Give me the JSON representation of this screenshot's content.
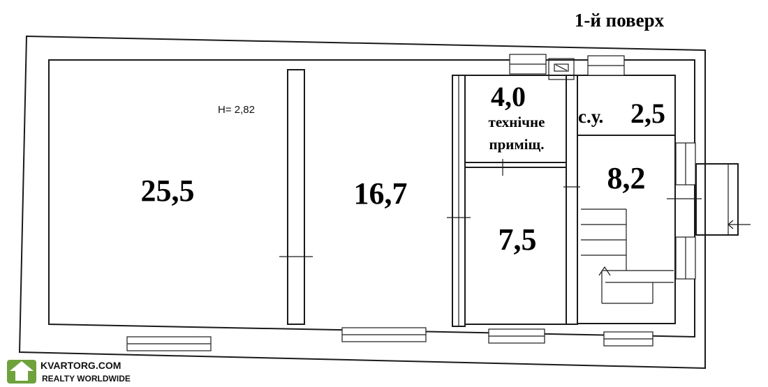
{
  "floor_title": "1-й поверх",
  "ceiling_height": "H= 2,82",
  "rooms": [
    {
      "id": "room-1",
      "area": "25,5"
    },
    {
      "id": "room-2",
      "area": "16,7"
    },
    {
      "id": "room-3",
      "area": "4,0",
      "label_line1": "технічне",
      "label_line2": "приміщ."
    },
    {
      "id": "room-4",
      "area": "7,5"
    },
    {
      "id": "room-5",
      "area": "2,5",
      "label": "с.у."
    },
    {
      "id": "room-6",
      "area": "8,2"
    }
  ],
  "watermark": {
    "brand": "KVARTORG.COM",
    "tagline": "REALTY WORLDWIDE"
  },
  "colors": {
    "ink": "#1a1a1a",
    "logo_green": "#6fa23c",
    "paper": "#ffffff"
  }
}
